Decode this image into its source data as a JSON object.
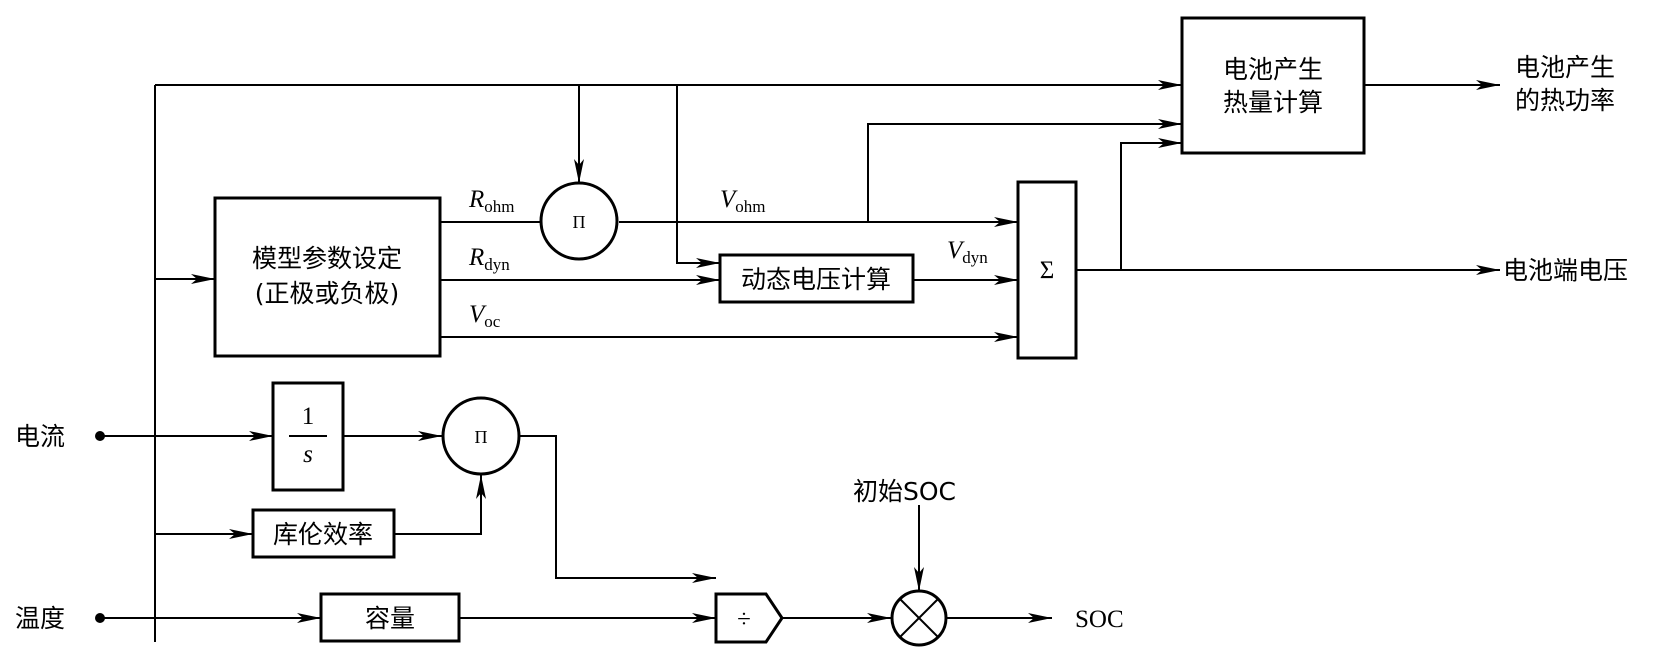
{
  "inputs": {
    "current": "电流",
    "temperature": "温度"
  },
  "blocks": {
    "model_params": {
      "line1": "模型参数设定",
      "line2": "(正极或负极)"
    },
    "integrator": {
      "num": "1",
      "den": "s"
    },
    "coulomb_eff": "库伦效率",
    "capacity": "容量",
    "dynamic_voltage": "动态电压计算",
    "heat_calc": {
      "line1": "电池产生",
      "line2": "热量计算"
    },
    "sum": "Σ",
    "product1": "Π",
    "product2": "Π",
    "divide": "÷"
  },
  "signals": {
    "r_ohm": {
      "main": "R",
      "sub": "ohm"
    },
    "r_dyn": {
      "main": "R",
      "sub": "dyn"
    },
    "v_oc": {
      "main": "V",
      "sub": "oc"
    },
    "v_ohm": {
      "main": "V",
      "sub": "ohm"
    },
    "v_dyn": {
      "main": "V",
      "sub": "dyn"
    }
  },
  "outputs": {
    "heat_power": {
      "line1": "电池产生",
      "line2": "的热功率"
    },
    "terminal_voltage": "电池端电压",
    "soc": "SOC"
  },
  "initial_soc": "初始SOC"
}
